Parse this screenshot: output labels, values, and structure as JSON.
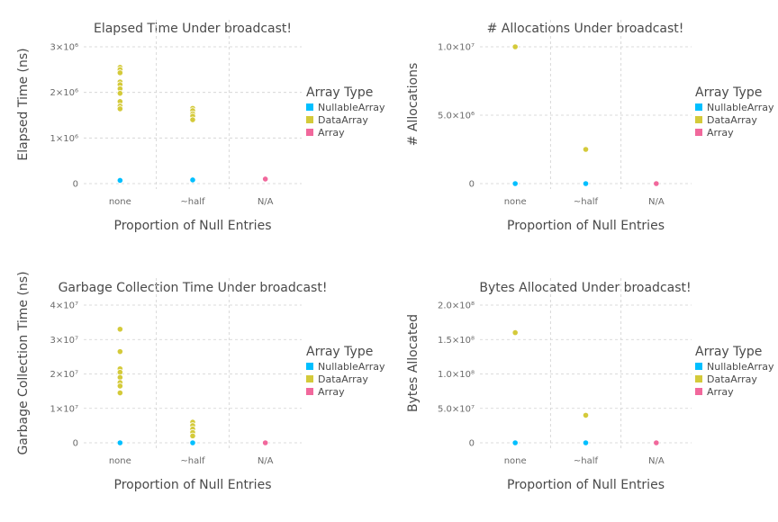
{
  "chart_data": [
    {
      "type": "scatter",
      "title": "Elapsed Time Under broadcast!",
      "xlabel": "Proportion of Null Entries",
      "ylabel": "Elapsed Time (ns)",
      "categories": [
        "none",
        "~half",
        "N/A"
      ],
      "ylim": [
        0,
        3000000
      ],
      "yticks": [
        {
          "value": 0,
          "label": "0"
        },
        {
          "value": 1000000,
          "label": "1×10⁶"
        },
        {
          "value": 2000000,
          "label": "2×10⁶"
        },
        {
          "value": 3000000,
          "label": "3×10⁶"
        }
      ],
      "legend": {
        "title": "Array Type",
        "placement": "right"
      },
      "series": [
        {
          "name": "NullableArray",
          "color": "#00BFFF",
          "points": [
            {
              "x": "none",
              "y": 70000
            },
            {
              "x": "~half",
              "y": 80000
            }
          ]
        },
        {
          "name": "DataArray",
          "color": "#D4CA3A",
          "points": [
            {
              "x": "none",
              "y": 2550000
            },
            {
              "x": "none",
              "y": 2500000
            },
            {
              "x": "none",
              "y": 2430000
            },
            {
              "x": "none",
              "y": 2230000
            },
            {
              "x": "none",
              "y": 2170000
            },
            {
              "x": "none",
              "y": 2080000
            },
            {
              "x": "none",
              "y": 1980000
            },
            {
              "x": "none",
              "y": 1800000
            },
            {
              "x": "none",
              "y": 1700000
            },
            {
              "x": "none",
              "y": 1640000
            },
            {
              "x": "~half",
              "y": 1650000
            },
            {
              "x": "~half",
              "y": 1600000
            },
            {
              "x": "~half",
              "y": 1530000
            },
            {
              "x": "~half",
              "y": 1480000
            },
            {
              "x": "~half",
              "y": 1400000
            }
          ]
        },
        {
          "name": "Array",
          "color": "#F1689C",
          "points": [
            {
              "x": "N/A",
              "y": 100000
            }
          ]
        }
      ]
    },
    {
      "type": "scatter",
      "title": "# Allocations Under broadcast!",
      "xlabel": "Proportion of Null Entries",
      "ylabel": "# Allocations",
      "categories": [
        "none",
        "~half",
        "N/A"
      ],
      "ylim": [
        0,
        10000000
      ],
      "yticks": [
        {
          "value": 0,
          "label": "0"
        },
        {
          "value": 5000000,
          "label": "5.0×10⁶"
        },
        {
          "value": 10000000,
          "label": "1.0×10⁷"
        }
      ],
      "legend": {
        "title": "Array Type",
        "placement": "right"
      },
      "series": [
        {
          "name": "NullableArray",
          "color": "#00BFFF",
          "points": [
            {
              "x": "none",
              "y": 0
            },
            {
              "x": "~half",
              "y": 0
            }
          ]
        },
        {
          "name": "DataArray",
          "color": "#D4CA3A",
          "points": [
            {
              "x": "none",
              "y": 10000000
            },
            {
              "x": "~half",
              "y": 2500000
            }
          ]
        },
        {
          "name": "Array",
          "color": "#F1689C",
          "points": [
            {
              "x": "N/A",
              "y": 0
            }
          ]
        }
      ]
    },
    {
      "type": "scatter",
      "title": "Garbage Collection Time Under broadcast!",
      "xlabel": "Proportion of Null Entries",
      "ylabel": "Garbage Collection Time (ns)",
      "categories": [
        "none",
        "~half",
        "N/A"
      ],
      "ylim": [
        0,
        40000000
      ],
      "yticks": [
        {
          "value": 0,
          "label": "0"
        },
        {
          "value": 10000000,
          "label": "1×10⁷"
        },
        {
          "value": 20000000,
          "label": "2×10⁷"
        },
        {
          "value": 30000000,
          "label": "3×10⁷"
        },
        {
          "value": 40000000,
          "label": "4×10⁷"
        }
      ],
      "legend": {
        "title": "Array Type",
        "placement": "right"
      },
      "series": [
        {
          "name": "NullableArray",
          "color": "#00BFFF",
          "points": [
            {
              "x": "none",
              "y": 0
            },
            {
              "x": "~half",
              "y": 0
            }
          ]
        },
        {
          "name": "DataArray",
          "color": "#D4CA3A",
          "points": [
            {
              "x": "none",
              "y": 33000000
            },
            {
              "x": "none",
              "y": 26500000
            },
            {
              "x": "none",
              "y": 21500000
            },
            {
              "x": "none",
              "y": 20500000
            },
            {
              "x": "none",
              "y": 19000000
            },
            {
              "x": "none",
              "y": 17500000
            },
            {
              "x": "none",
              "y": 16500000
            },
            {
              "x": "none",
              "y": 14500000
            },
            {
              "x": "~half",
              "y": 6000000
            },
            {
              "x": "~half",
              "y": 5000000
            },
            {
              "x": "~half",
              "y": 4000000
            },
            {
              "x": "~half",
              "y": 3000000
            },
            {
              "x": "~half",
              "y": 2000000
            }
          ]
        },
        {
          "name": "Array",
          "color": "#F1689C",
          "points": [
            {
              "x": "N/A",
              "y": 0
            }
          ]
        }
      ]
    },
    {
      "type": "scatter",
      "title": "Bytes Allocated Under broadcast!",
      "xlabel": "Proportion of Null Entries",
      "ylabel": "Bytes Allocated",
      "categories": [
        "none",
        "~half",
        "N/A"
      ],
      "ylim": [
        0,
        200000000
      ],
      "yticks": [
        {
          "value": 0,
          "label": "0"
        },
        {
          "value": 50000000,
          "label": "5.0×10⁷"
        },
        {
          "value": 100000000,
          "label": "1.0×10⁸"
        },
        {
          "value": 150000000,
          "label": "1.5×10⁸"
        },
        {
          "value": 200000000,
          "label": "2.0×10⁸"
        }
      ],
      "legend": {
        "title": "Array Type",
        "placement": "right"
      },
      "series": [
        {
          "name": "NullableArray",
          "color": "#00BFFF",
          "points": [
            {
              "x": "none",
              "y": 0
            },
            {
              "x": "~half",
              "y": 0
            }
          ]
        },
        {
          "name": "DataArray",
          "color": "#D4CA3A",
          "points": [
            {
              "x": "none",
              "y": 160000000
            },
            {
              "x": "~half",
              "y": 40000000
            }
          ]
        },
        {
          "name": "Array",
          "color": "#F1689C",
          "points": [
            {
              "x": "N/A",
              "y": 0
            }
          ]
        }
      ]
    }
  ]
}
